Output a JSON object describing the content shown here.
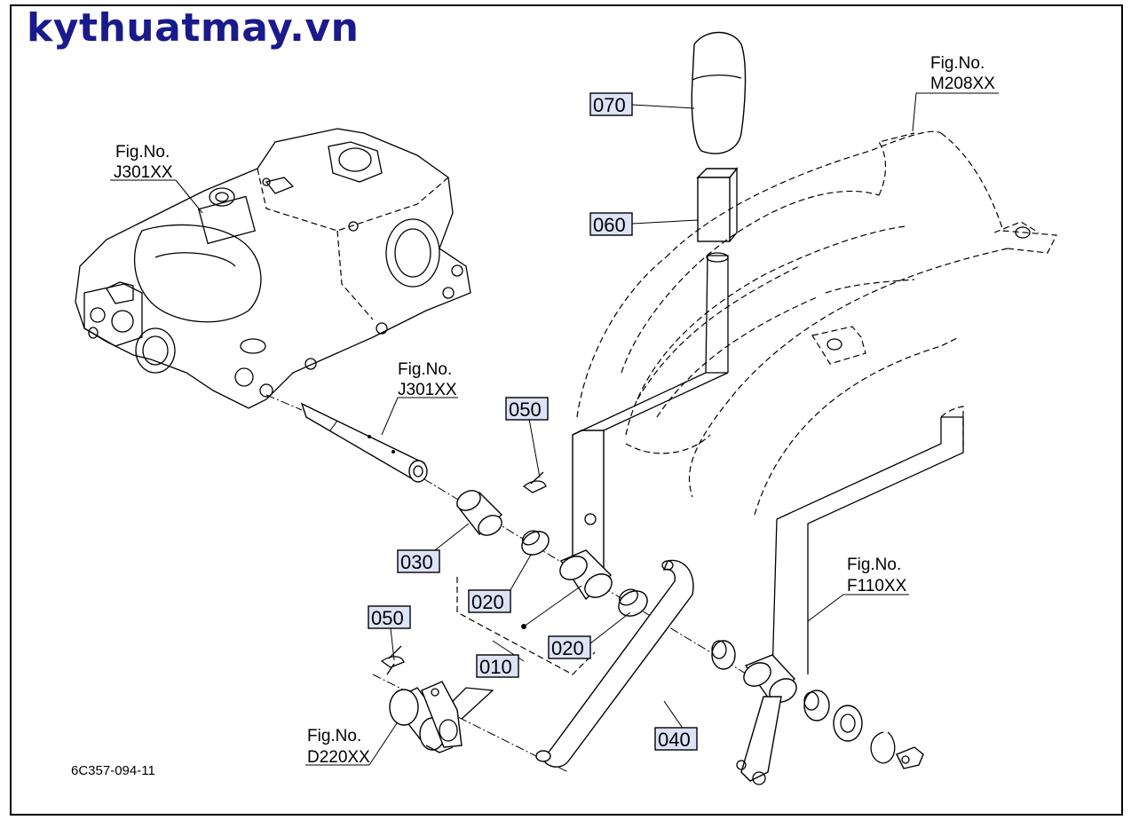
{
  "brand": "kythuatmay.vn",
  "drawing_code": "6C357-094-11",
  "fig_refs": [
    {
      "label": "Fig.No.",
      "code": "J301XX"
    },
    {
      "label": "Fig.No.",
      "code": "J301XX"
    },
    {
      "label": "Fig.No.",
      "code": "M208XX"
    },
    {
      "label": "Fig.No.",
      "code": "F110XX"
    },
    {
      "label": "Fig.No.",
      "code": "D220XX"
    }
  ],
  "parts": [
    "070",
    "060",
    "050",
    "050",
    "030",
    "020",
    "020",
    "010",
    "040"
  ],
  "colors": {
    "brand": "#1a1a8c",
    "part_label_bg": "#dde3f7"
  }
}
